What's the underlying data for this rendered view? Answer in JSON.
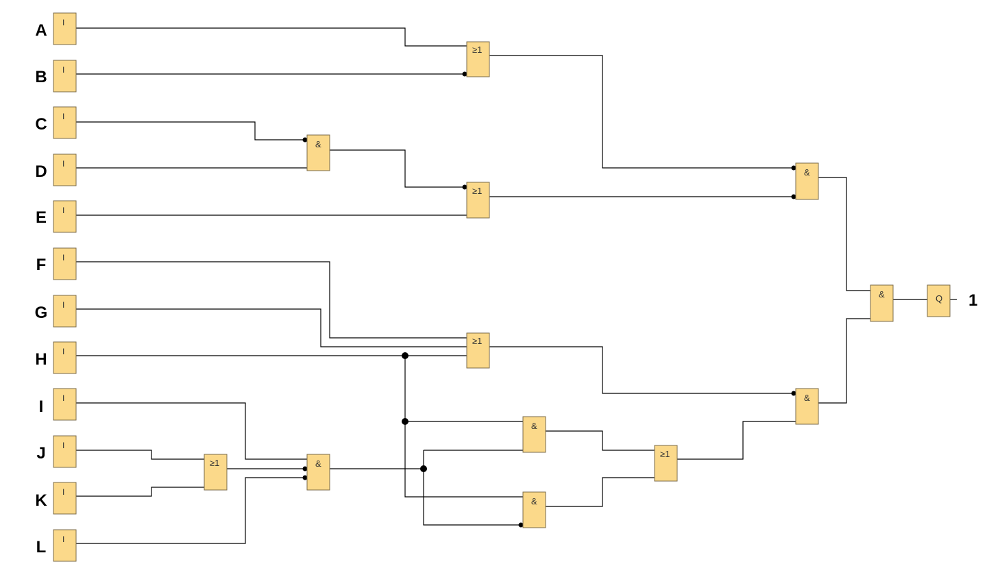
{
  "inputs": [
    {
      "label": "A",
      "symbol": "I"
    },
    {
      "label": "B",
      "symbol": "I"
    },
    {
      "label": "C",
      "symbol": "I"
    },
    {
      "label": "D",
      "symbol": "I"
    },
    {
      "label": "E",
      "symbol": "I"
    },
    {
      "label": "F",
      "symbol": "I"
    },
    {
      "label": "G",
      "symbol": "I"
    },
    {
      "label": "H",
      "symbol": "I"
    },
    {
      "label": "I",
      "symbol": "I"
    },
    {
      "label": "J",
      "symbol": "I"
    },
    {
      "label": "K",
      "symbol": "I"
    },
    {
      "label": "L",
      "symbol": "I"
    }
  ],
  "gates": {
    "or_ab": "≥1",
    "and_cd": "&",
    "or_cde": "≥1",
    "and_top": "&",
    "or_fgh": "≥1",
    "or_jk": "≥1",
    "and_ijkl": "&",
    "and_m1": "&",
    "and_m2": "&",
    "or_m": "≥1",
    "and_low": "&",
    "and_final": "&"
  },
  "output": {
    "symbol": "Q",
    "value": "1"
  },
  "colors": {
    "block_fill": "#fbd98a",
    "block_stroke": "#7a6a48",
    "wire": "#000000"
  }
}
